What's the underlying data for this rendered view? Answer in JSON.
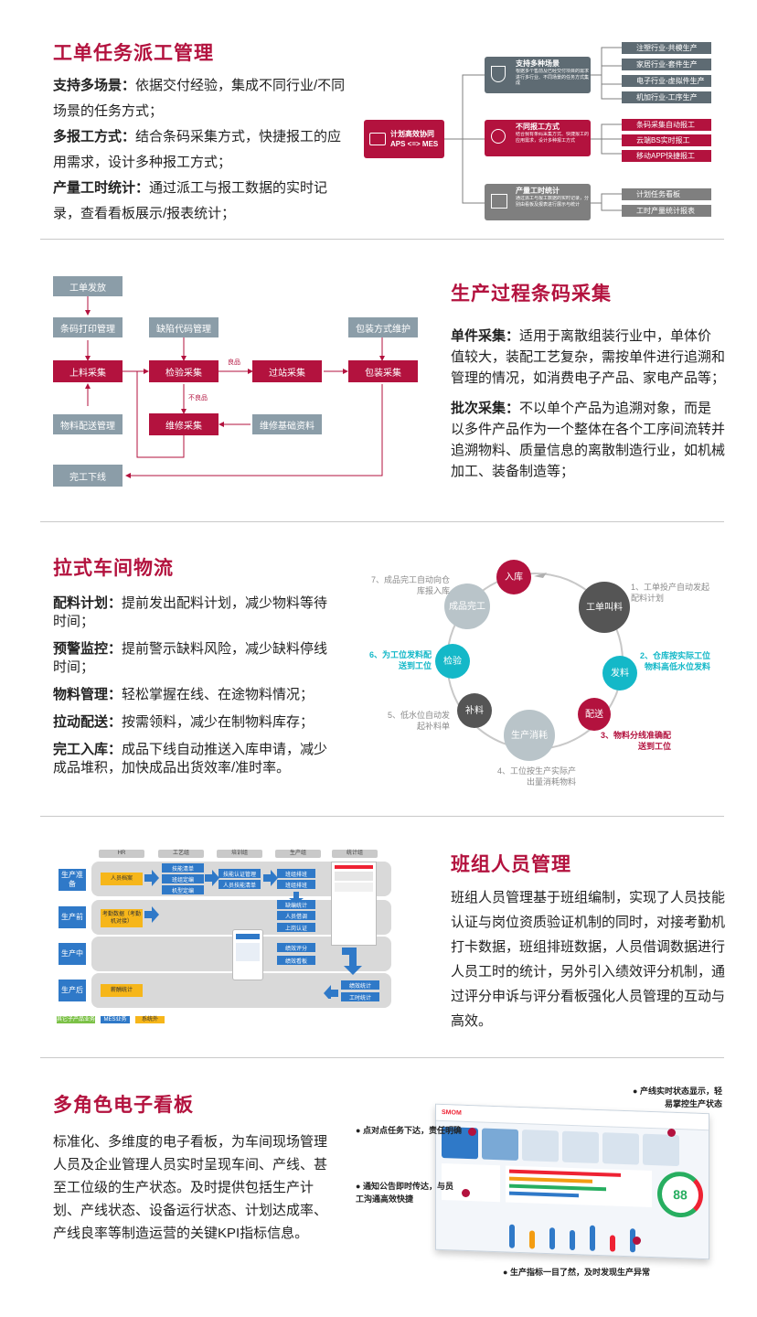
{
  "section1": {
    "title": "工单任务派工管理",
    "items": [
      {
        "label": "支持多场景：",
        "text": "依据交付经验，集成不同行业/不同场景的任务方式；"
      },
      {
        "label": "多报工方式：",
        "text": "结合条码采集方式，快捷报工的应用需求，设计多种报工方式；"
      },
      {
        "label": "产量工时统计：",
        "text": "通过派工与报工数据的实时记录，查看看板展示/报表统计；"
      }
    ],
    "diagram": {
      "root_line1": "计划高效协同",
      "root_line2": "APS <=> MES",
      "branches": [
        {
          "title": "支持多种场景",
          "desc": "根据多个售前及已经交付项目的需求进行多行业、不同场景的任务方式集成",
          "leaves": [
            "注塑行业-共模生产",
            "家居行业-套件生产",
            "电子行业-虚拟件生产",
            "机加行业-工序生产"
          ]
        },
        {
          "title": "不同报工方式",
          "desc": "结合我有条码采集方式、快捷报工的应用需求，设计多种报工方式",
          "leaves": [
            "条码采集自动报工",
            "云端BS实时报工",
            "移动APP快捷报工"
          ]
        },
        {
          "title": "产量工时统计",
          "desc": "通过派工与报工数据的实时记录，分别由看板及报表进行展示与统计",
          "leaves": [
            "计划任务看板",
            "工时产量统计报表"
          ]
        }
      ]
    }
  },
  "section2": {
    "title": "生产过程条码采集",
    "items": [
      {
        "label": "单件采集：",
        "text": "适用于离散组装行业中，单体价值较大，装配工艺复杂，需按单件进行追溯和管理的情况，如消费电子产品、家电产品等；"
      },
      {
        "label": "批次采集：",
        "text": "不以单个产品为追溯对象，而是以多件产品作为一个整体在各个工序间流转并追溯物料、质量信息的离散制造行业，如机械加工、装备制造等；"
      }
    ],
    "flow": {
      "dispatch": "工单发放",
      "barcode_print": "条码打印管理",
      "defect_code": "缺陷代码管理",
      "packing_method": "包装方式维护",
      "feeding": "上料采集",
      "inspection": "检验采集",
      "pass_station": "过站采集",
      "packing": "包装采集",
      "material_delivery": "物料配送管理",
      "repair": "维修采集",
      "repair_data": "维修基础资料",
      "completion": "完工下线",
      "good": "良品",
      "bad": "不良品"
    }
  },
  "section3": {
    "title": "拉式车间物流",
    "items": [
      {
        "label": "配料计划：",
        "text": "提前发出配料计划，减少物料等待时间；"
      },
      {
        "label": "预警监控：",
        "text": "提前警示缺料风险，减少缺料停线时间；"
      },
      {
        "label": "物料管理：",
        "text": "轻松掌握在线、在途物料情况；"
      },
      {
        "label": "拉动配送：",
        "text": "按需领料，减少在制物料库存；"
      },
      {
        "label": "完工入库：",
        "text": "成品下线自动推送入库申请，减少成品堆积，加快成品出货效率/准时率。"
      }
    ],
    "cycle": {
      "nodes": [
        "入库",
        "工单叫料",
        "发料",
        "配送",
        "生产消耗",
        "补料",
        "检验",
        "成品完工"
      ],
      "labels": [
        "7、成品完工自动向仓库报入库",
        "1、工单投产自动发起配料计划",
        "2、仓库按实际工位物料高低水位发料",
        "3、物料分线准确配送到工位",
        "4、工位按生产实际产出量消耗物料",
        "5、低水位自动发起补料单",
        "6、为工位发料配送到工位"
      ]
    }
  },
  "section4": {
    "title": "班组人员管理",
    "text": "班组人员管理基于班组编制，实现了人员技能认证与岗位资质验证机制的同时，对接考勤机打卡数据，班组排班数据，人员借调数据进行人员工时的统计，另外引入绩效评分机制，通过评分申诉与评分看板强化人员管理的互动与高效。",
    "diagram": {
      "columns": [
        "HR",
        "工艺组",
        "培训组",
        "生产组",
        "统计组"
      ],
      "rows": [
        "生产准备",
        "生产前",
        "生产中",
        "生产后"
      ],
      "hr_prep": "人员档案",
      "hr_before": "考勤数据（考勤机对接）",
      "hr_after": "薪酬统计",
      "craft": [
        "技能清单",
        "班组定编",
        "机型定编"
      ],
      "train": [
        "技能认证管理",
        "人员技能清单"
      ],
      "prod_prep": [
        "班组排班",
        "班组排班"
      ],
      "prod_mid": [
        "缺编统计",
        "人员借调",
        "上岗认证",
        "绩效评分",
        "绩效看板"
      ],
      "stat": [
        "绩效统计",
        "工时统计"
      ],
      "legend": [
        "其它子产品业务",
        "MES业务",
        "系统外"
      ]
    }
  },
  "section5": {
    "title": "多角色电子看板",
    "text": "标准化、多维度的电子看板，为车间现场管理人员及企业管理人员实时呈现车间、产线、甚至工位级的生产状态。及时提供包括生产计划、产线状态、设备运行状态、计划达成率、产线良率等制造运营的关键KPI指标信息。",
    "callouts": [
      "点对点任务下达，责任明确",
      "通知公告即时传达，与员工沟通高效快捷",
      "产线实时状态显示，轻易掌控生产状态",
      "生产指标一目了然，及时发现生产异常"
    ],
    "gauge_value": "88",
    "brand": "SMOM"
  }
}
